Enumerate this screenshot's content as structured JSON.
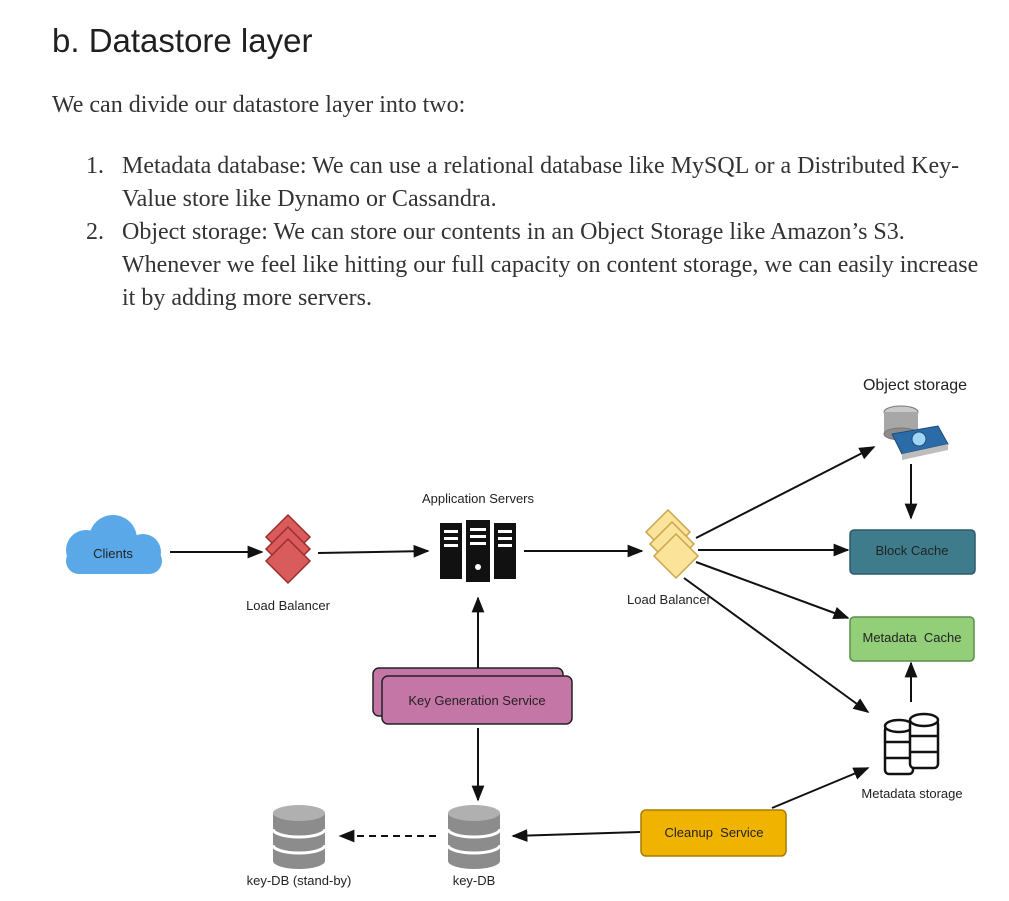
{
  "section": {
    "heading": "b. Datastore layer",
    "intro": "We can divide our datastore layer into two:",
    "points": [
      {
        "number": "1.",
        "text": "Metadata database: We can use a relational database like MySQL or a Distributed Key-Value store like Dynamo or Cassandra."
      },
      {
        "number": "2.",
        "text": "Object storage: We can store our contents in an Object Storage like Amazon’s S3. Whenever we feel like hitting our full capacity on content storage, we can easily increase it by adding more servers."
      }
    ]
  },
  "diagram": {
    "object_storage": "Object storage",
    "application_servers": "Application Servers",
    "clients": "Clients",
    "load_balancer_1": "Load Balancer",
    "load_balancer_2": "Load Balancer",
    "block_cache": "Block Cache",
    "metadata_cache": "Metadata  Cache",
    "key_generation_service": "Key Generation Service",
    "metadata_storage": "Metadata storage",
    "cleanup_service": "Cleanup  Service",
    "key_db_standby": "key-DB (stand-by)",
    "key_db": "key-DB",
    "colors": {
      "clients": "#5aa8e8",
      "load_balancer_1": "#d95b5b",
      "load_balancer_2": "#fbe39a",
      "block_cache": "#3e7c8c",
      "metadata_cache": "#93cf79",
      "key_generation_service": "#c476a6",
      "cleanup_service": "#f0b400",
      "database": "#8c8c8c"
    }
  }
}
